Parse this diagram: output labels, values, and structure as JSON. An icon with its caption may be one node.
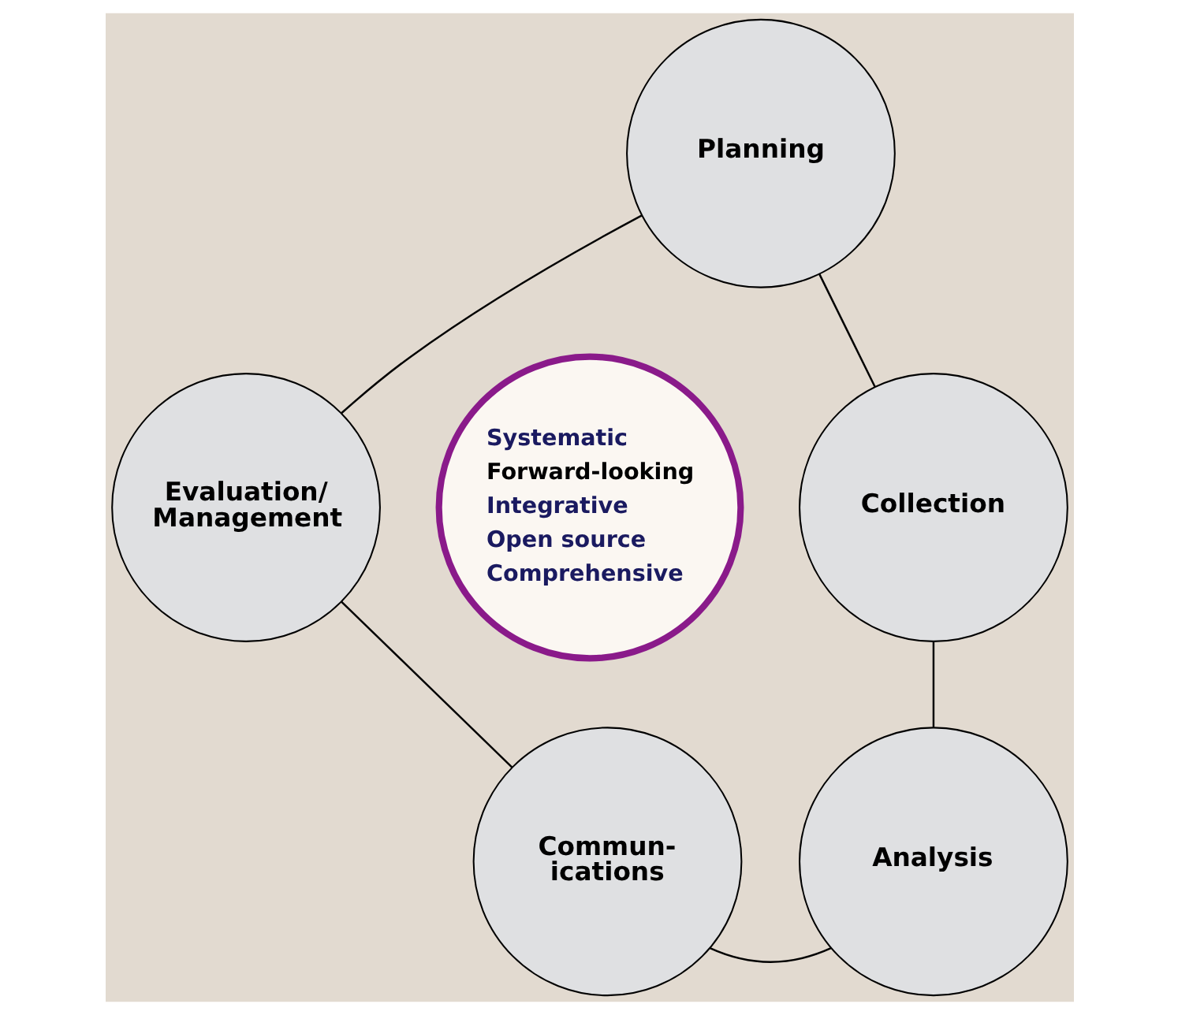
{
  "diagram": {
    "nodes": [
      {
        "text": [
          "Planning"
        ]
      },
      {
        "text": [
          "Collection"
        ]
      },
      {
        "text": [
          "Analysis"
        ]
      },
      {
        "text": [
          "Commun- ications"
        ]
      },
      {
        "text": [
          "Evaluation/ Management"
        ]
      },
      {
        "text": [
          "Systematic",
          "Forward-looking",
          "Integrative",
          "Open source",
          "Comprehensive"
        ]
      }
    ],
    "edges": [
      {
        "from": 0,
        "to": 1,
        "arrow": "none"
      },
      {
        "from": 1,
        "to": 2,
        "arrow": "none"
      },
      {
        "from": 2,
        "to": 3,
        "arrow": "none"
      },
      {
        "from": 3,
        "to": 4,
        "arrow": "none"
      },
      {
        "from": 4,
        "to": 0,
        "arrow": "none"
      }
    ]
  }
}
